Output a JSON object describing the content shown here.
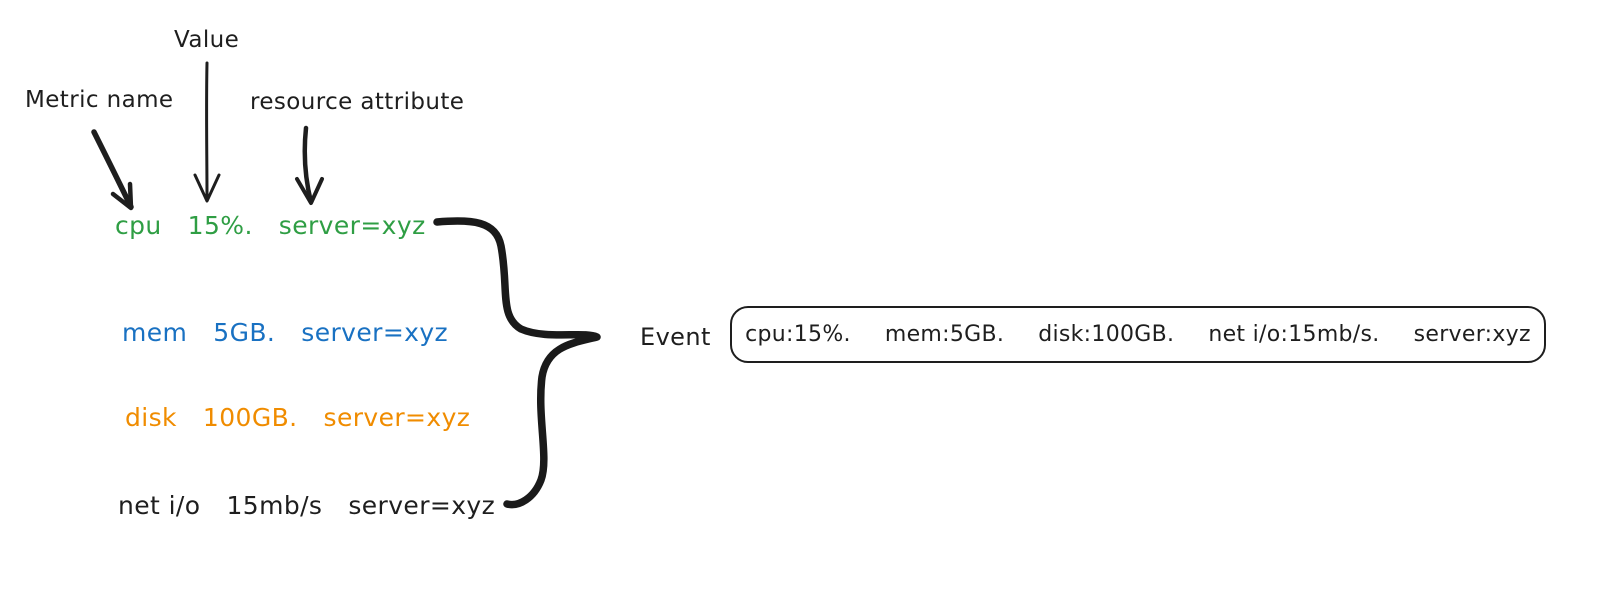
{
  "labels": {
    "value": "Value",
    "metric_name": "Metric name",
    "resource_attribute": "resource attribute"
  },
  "metrics": [
    {
      "name": "cpu",
      "value": "15%.",
      "attribute": "server=xyz",
      "color": "#2f9e44"
    },
    {
      "name": "mem",
      "value": "5GB.",
      "attribute": "server=xyz",
      "color": "#1971c2"
    },
    {
      "name": "disk",
      "value": "100GB.",
      "attribute": "server=xyz",
      "color": "#f08c00"
    },
    {
      "name": "net i/o",
      "value": "15mb/s",
      "attribute": "server=xyz",
      "color": "#1e1e1e"
    }
  ],
  "event": {
    "label": "Event",
    "items": [
      "cpu:15%.",
      "mem:5GB.",
      "disk:100GB.",
      "net i/o:15mb/s.",
      "server:xyz"
    ]
  },
  "colors": {
    "ink": "#1e1e1e",
    "background": "#ffffff",
    "cpu_green": "#2f9e44",
    "mem_blue": "#1971c2",
    "disk_orange": "#f08c00"
  }
}
